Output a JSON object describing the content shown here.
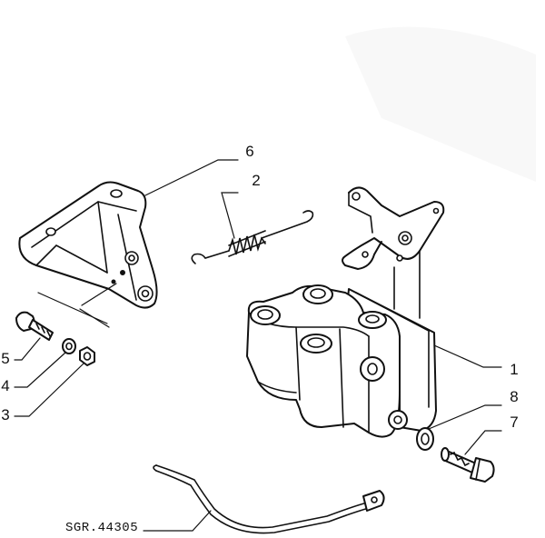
{
  "diagram": {
    "callouts": [
      {
        "id": "1",
        "label": "1"
      },
      {
        "id": "2",
        "label": "2"
      },
      {
        "id": "3",
        "label": "3"
      },
      {
        "id": "4",
        "label": "4"
      },
      {
        "id": "5",
        "label": "5"
      },
      {
        "id": "6",
        "label": "6"
      },
      {
        "id": "7",
        "label": "7"
      },
      {
        "id": "8",
        "label": "8"
      }
    ],
    "reference_code": "SGR.44305"
  },
  "colors": {
    "background": "#ffffff",
    "ink": "#111111"
  }
}
